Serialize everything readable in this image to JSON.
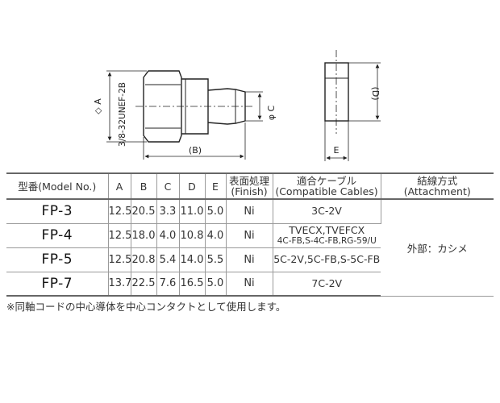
{
  "drawing": {
    "labels": {
      "dim_a": "◇ A",
      "thread": "3/8-32UNEF-2B",
      "dim_b": "(B)",
      "dim_c": "φ C",
      "dim_d": "(D)",
      "dim_e": "E"
    }
  },
  "table": {
    "headers": {
      "model": "型番(Model No.)",
      "a": "A",
      "b": "B",
      "c": "C",
      "d": "D",
      "e": "E",
      "finish_jp": "表面処理",
      "finish_en": "(Finish)",
      "cables_jp": "適合ケーブル",
      "cables_en": "(Compatible Cables)",
      "attach_jp": "結線方式",
      "attach_en": "(Attachment)"
    },
    "rows": [
      {
        "model": "FP-3",
        "a": "12.5",
        "b": "20.5",
        "c": "3.3",
        "d": "11.0",
        "e": "5.0",
        "finish": "Ni",
        "cables": "3C-2V",
        "cables2": ""
      },
      {
        "model": "FP-4",
        "a": "12.5",
        "b": "18.0",
        "c": "4.0",
        "d": "10.8",
        "e": "4.0",
        "finish": "Ni",
        "cables": "TVECX,TVEFCX",
        "cables2": "4C-FB,S-4C-FB,RG-59/U"
      },
      {
        "model": "FP-5",
        "a": "12.5",
        "b": "20.8",
        "c": "5.4",
        "d": "14.0",
        "e": "5.5",
        "finish": "Ni",
        "cables": "5C-2V,5C-FB,S-5C-FB",
        "cables2": ""
      },
      {
        "model": "FP-7",
        "a": "13.7",
        "b": "22.5",
        "c": "7.6",
        "d": "16.5",
        "e": "5.0",
        "finish": "Ni",
        "cables": "7C-2V",
        "cables2": ""
      }
    ],
    "attachment": "外部：カシメ"
  },
  "note": "※同軸コードの中心導体を中心コンタクトとして使用します。"
}
